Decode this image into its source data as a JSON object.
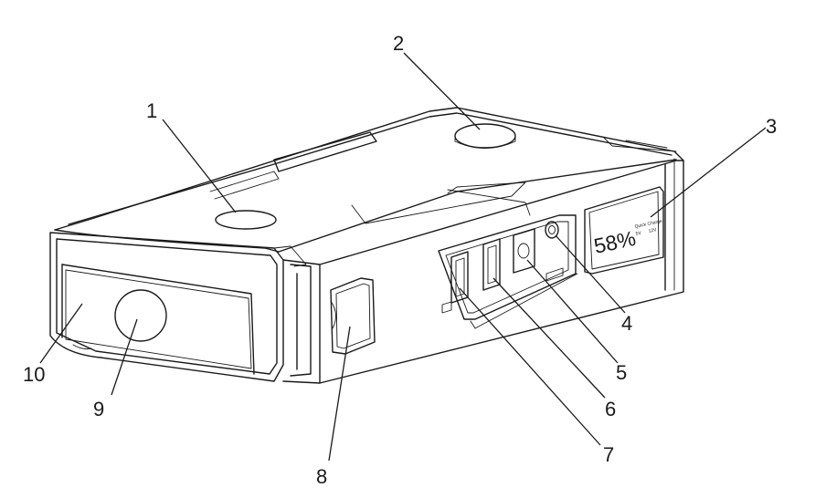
{
  "callouts": [
    {
      "id": 1,
      "label": "1"
    },
    {
      "id": 2,
      "label": "2"
    },
    {
      "id": 3,
      "label": "3"
    },
    {
      "id": 4,
      "label": "4"
    },
    {
      "id": 5,
      "label": "5"
    },
    {
      "id": 6,
      "label": "6"
    },
    {
      "id": 7,
      "label": "7"
    },
    {
      "id": 8,
      "label": "8"
    },
    {
      "id": 9,
      "label": "9"
    },
    {
      "id": 10,
      "label": "10"
    }
  ],
  "display": {
    "percent": "58%",
    "mode": "Quick Charge",
    "voltage_5v": "5V",
    "voltage_12v": "12V"
  },
  "colors": {
    "line": "#1a1a1a",
    "background": "#ffffff"
  }
}
